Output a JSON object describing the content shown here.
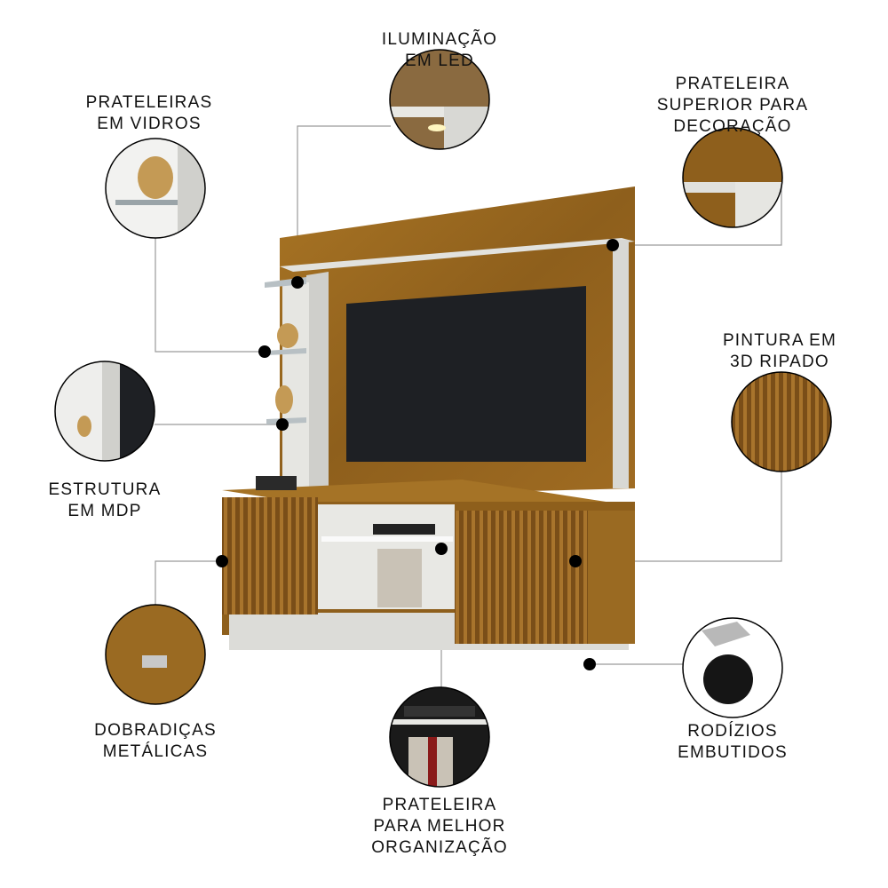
{
  "callouts": {
    "led": {
      "lines": [
        "ILUMINAÇÃO",
        "EM LED"
      ]
    },
    "glass_shelves": {
      "lines": [
        "PRATELEIRAS",
        "EM VIDROS"
      ]
    },
    "top_shelf": {
      "lines": [
        "PRATELEIRA",
        "SUPERIOR PARA",
        "DECORAÇÃO"
      ]
    },
    "slatted_paint": {
      "lines": [
        "PINTURA EM",
        "3D RIPADO"
      ]
    },
    "structure": {
      "lines": [
        "ESTRUTURA",
        "EM MDP"
      ]
    },
    "hinges": {
      "lines": [
        "DOBRADIÇAS",
        "METÁLICAS"
      ]
    },
    "organizer_shelf": {
      "lines": [
        "PRATELEIRA",
        "PARA MELHOR",
        "ORGANIZAÇÃO"
      ]
    },
    "casters": {
      "lines": [
        "RODÍZIOS",
        "EMBUTIDOS"
      ]
    }
  },
  "colors": {
    "wood": "#9a6a22",
    "wood_dark": "#6b4414",
    "white_lacquer": "#dcdcd8",
    "tv_screen": "#1e2024",
    "connector_line": "#9a9a9a",
    "dot": "#000000"
  }
}
